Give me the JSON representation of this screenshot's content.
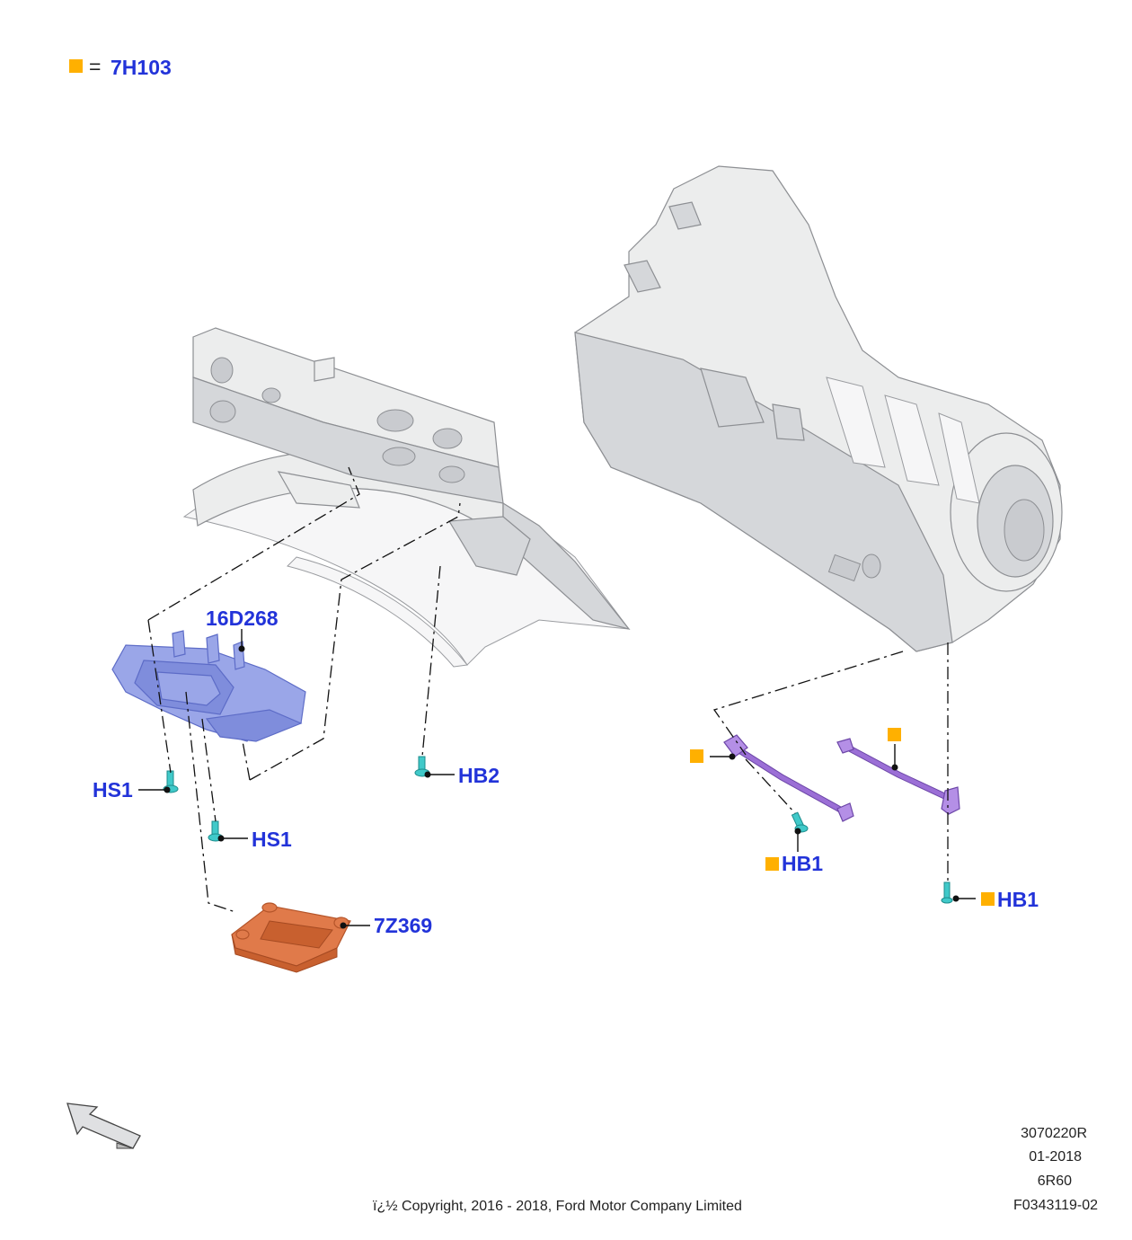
{
  "legend": {
    "symbol_color": "#ffb000",
    "equals": "=",
    "code": "7H103"
  },
  "callouts": {
    "bracket": "16D268",
    "module": "7Z369",
    "hs1_upper": "HS1",
    "hs1_lower": "HS1",
    "hb2": "HB2",
    "hb1_left": "HB1",
    "hb1_right": "HB1"
  },
  "colors": {
    "callout_text": "#2233d9",
    "marker": "#ffb000",
    "bracket": "#9aa6e8",
    "module": "#e07a4a",
    "harness": "#9b6fd6",
    "fastener": "#40c9c9"
  },
  "meta": {
    "ref_code": "3070220R",
    "date": "01-2018",
    "model": "6R60",
    "figure_id": "F0343119-02",
    "copyright": "ï¿½ Copyright, 2016 - 2018, Ford Motor Company Limited"
  },
  "icons": {
    "direction_arrow": "front-direction-arrow-icon"
  }
}
